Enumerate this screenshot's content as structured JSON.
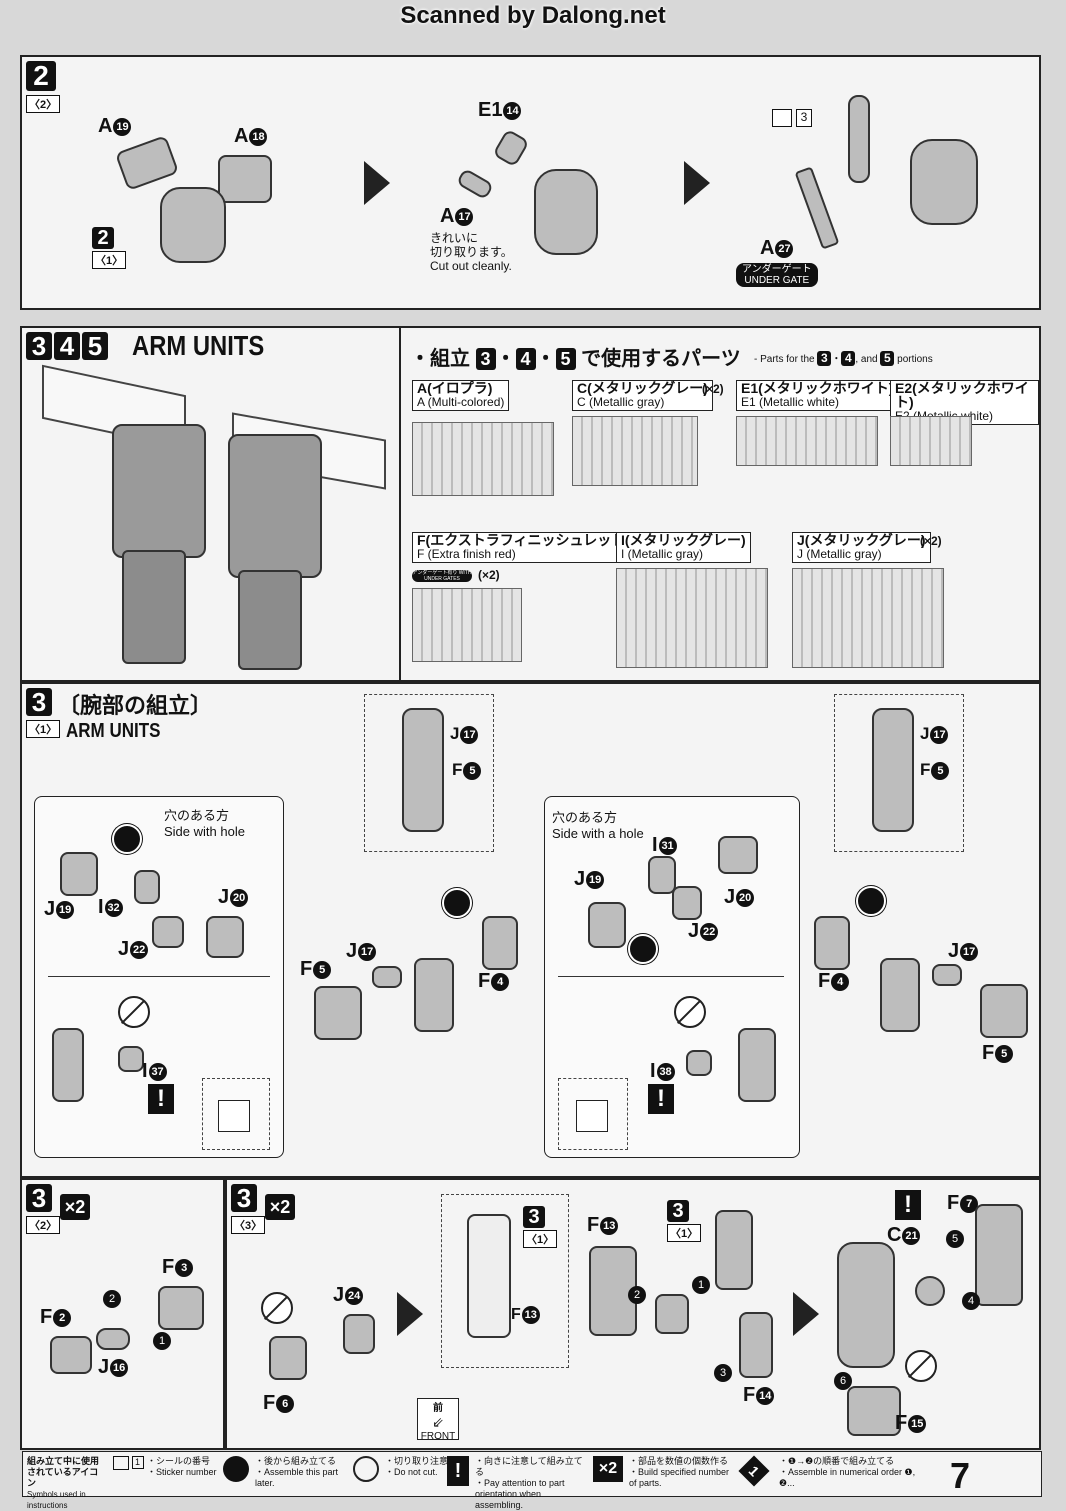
{
  "header": {
    "scan_credit": "Scanned by Dalong.net"
  },
  "step2": {
    "num": "2",
    "sub": "〈2〉",
    "labels": {
      "a19": "A",
      "a19n": "19",
      "a18": "A",
      "a18n": "18",
      "e1": "E1",
      "e1n": "14",
      "a17": "A",
      "a17n": "17",
      "a27": "A",
      "a27n": "27",
      "sticker": "3"
    },
    "ref": {
      "num": "2",
      "sub": "〈1〉"
    },
    "cut_jp_1": "きれいに",
    "cut_jp_2": "切り取ります。",
    "cut_en": "Cut out cleanly.",
    "under_gate_jp": "アンダーゲート",
    "under_gate_en": "UNDER GATE"
  },
  "arm_units_header": {
    "nums": [
      "3",
      "4",
      "5"
    ],
    "title": "ARM UNITS",
    "parts_title_jp": "・組立",
    "parts_title_dot": "・",
    "parts_title_tail": "で使用するパーツ",
    "parts_for_en": "- Parts for the",
    "parts_and": ", and",
    "parts_portions": "portions",
    "runners": [
      {
        "jp": "A(イロプラ)",
        "en": "A (Multi-colored)",
        "mult": ""
      },
      {
        "jp": "C(メタリックグレー)",
        "en": "C (Metallic gray)",
        "mult": "(×2)"
      },
      {
        "jp": "E1(メタリックホワイト)",
        "en": "E1 (Metallic white)",
        "mult": ""
      },
      {
        "jp": "E2(メタリックホワイト)",
        "en": "E2 (Metallic white)",
        "mult": ""
      },
      {
        "jp": "F(エクストラフィニッシュレッド)",
        "en": "F (Extra finish red)",
        "mult": "(×2)",
        "badge": "アンダーゲート有り WITH UNDER GATES"
      },
      {
        "jp": "I(メタリックグレー)",
        "en": "I (Metallic gray)",
        "mult": ""
      },
      {
        "jp": "J(メタリックグレー)",
        "en": "J (Metallic gray)",
        "mult": "(×2)"
      }
    ]
  },
  "step3_1": {
    "num": "3",
    "sub": "〈1〉",
    "title_jp": "〔腕部の組立〕",
    "title_en": "ARM UNITS",
    "hole_jp": "穴のある方",
    "hole_en_left": "Side with hole",
    "hole_en_right": "Side with a hole",
    "left": {
      "j19": "J",
      "j19n": "19",
      "i32": "I",
      "i32n": "32",
      "j20": "J",
      "j20n": "20",
      "j22": "J",
      "j22n": "22",
      "i37": "I",
      "i37n": "37",
      "j17": "J",
      "j17n": "17",
      "f5": "F",
      "f5n": "5",
      "f4": "F",
      "f4n": "4",
      "top_j17": "J",
      "top_j17n": "17",
      "top_f5": "F",
      "top_f5n": "5"
    },
    "right": {
      "j19": "J",
      "j19n": "19",
      "i31": "I",
      "i31n": "31",
      "j20": "J",
      "j20n": "20",
      "j22": "J",
      "j22n": "22",
      "i38": "I",
      "i38n": "38",
      "j17": "J",
      "j17n": "17",
      "f5": "F",
      "f5n": "5",
      "f4": "F",
      "f4n": "4",
      "top_j17": "J",
      "top_j17n": "17",
      "top_f5": "F",
      "top_f5n": "5"
    }
  },
  "step3_2": {
    "num": "3",
    "sub": "〈2〉",
    "mult": "×2",
    "labels": {
      "f3": "F",
      "f3n": "3",
      "f2": "F",
      "f2n": "2",
      "j16": "J",
      "j16n": "16"
    }
  },
  "step3_3": {
    "num": "3",
    "sub": "〈3〉",
    "mult": "×2",
    "labels": {
      "j24": "J",
      "j24n": "24",
      "f6": "F",
      "f6n": "6",
      "f13a": "F",
      "f13an": "13",
      "f13b": "F",
      "f13bn": "13",
      "f14": "F",
      "f14n": "14",
      "f7": "F",
      "f7n": "7",
      "c21": "C",
      "c21n": "21",
      "f15": "F",
      "f15n": "15"
    },
    "ref_num": "3",
    "ref_sub": "〈1〉",
    "ref2_num": "3",
    "ref2_sub": "〈1〉",
    "front_jp": "前",
    "front_en": "FRONT",
    "order": [
      "1",
      "2",
      "3",
      "4",
      "5",
      "6"
    ]
  },
  "footer": {
    "legend_jp_1": "組み立て中に使用",
    "legend_jp_2": "されているアイコン",
    "legend_en": "Symbols used in instructions",
    "items": [
      {
        "jp": "・シールの番号",
        "en": "・Sticker number",
        "icon": "1"
      },
      {
        "jp": "・後から組み立てる",
        "en": "・Assemble this part later.",
        "icon": ""
      },
      {
        "jp": "・切り取り注意",
        "en": "・Do not cut.",
        "icon": ""
      },
      {
        "jp": "・向きに注意して組み立てる",
        "en": "・Pay attention to part orientation when assembling.",
        "icon": "!"
      },
      {
        "jp": "・部品を数値の個数作る",
        "en": "・Build specified number of parts.",
        "icon": "×2"
      },
      {
        "jp": "・❶→❷の順番で組み立てる",
        "en": "・Assemble in numerical order ❶, ❷...",
        "icon": "1"
      }
    ],
    "page": "7"
  }
}
